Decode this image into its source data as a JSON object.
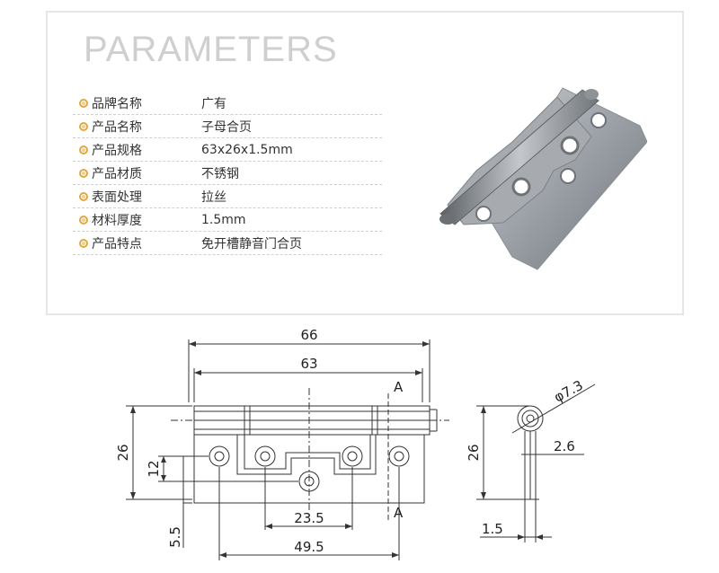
{
  "header": {
    "title": "PARAMETERS"
  },
  "params": [
    {
      "name": "品牌名称",
      "value": "广有"
    },
    {
      "name": "产品名称",
      "value": "子母合页"
    },
    {
      "name": "产品规格",
      "value": "63x26x1.5mm"
    },
    {
      "name": "产品材质",
      "value": "不锈钢"
    },
    {
      "name": "表面处理",
      "value": "拉丝"
    },
    {
      "name": "材料厚度",
      "value": "1.5mm"
    },
    {
      "name": "产品特点",
      "value": "免开槽静音门合页"
    }
  ],
  "drawing": {
    "dims": {
      "d66": "66",
      "d63": "63",
      "d26": "26",
      "d12": "12",
      "d5_5": "5.5",
      "d23_5": "23.5",
      "d49_5": "49.5",
      "sideHeight": "26",
      "d2_6": "2.6",
      "d1_5": "1.5",
      "dia": "φ7.3",
      "section": "A"
    }
  },
  "colors": {
    "bullet": "#e1a843",
    "title": "#cfcfcf",
    "border": "#e6e6e6"
  }
}
